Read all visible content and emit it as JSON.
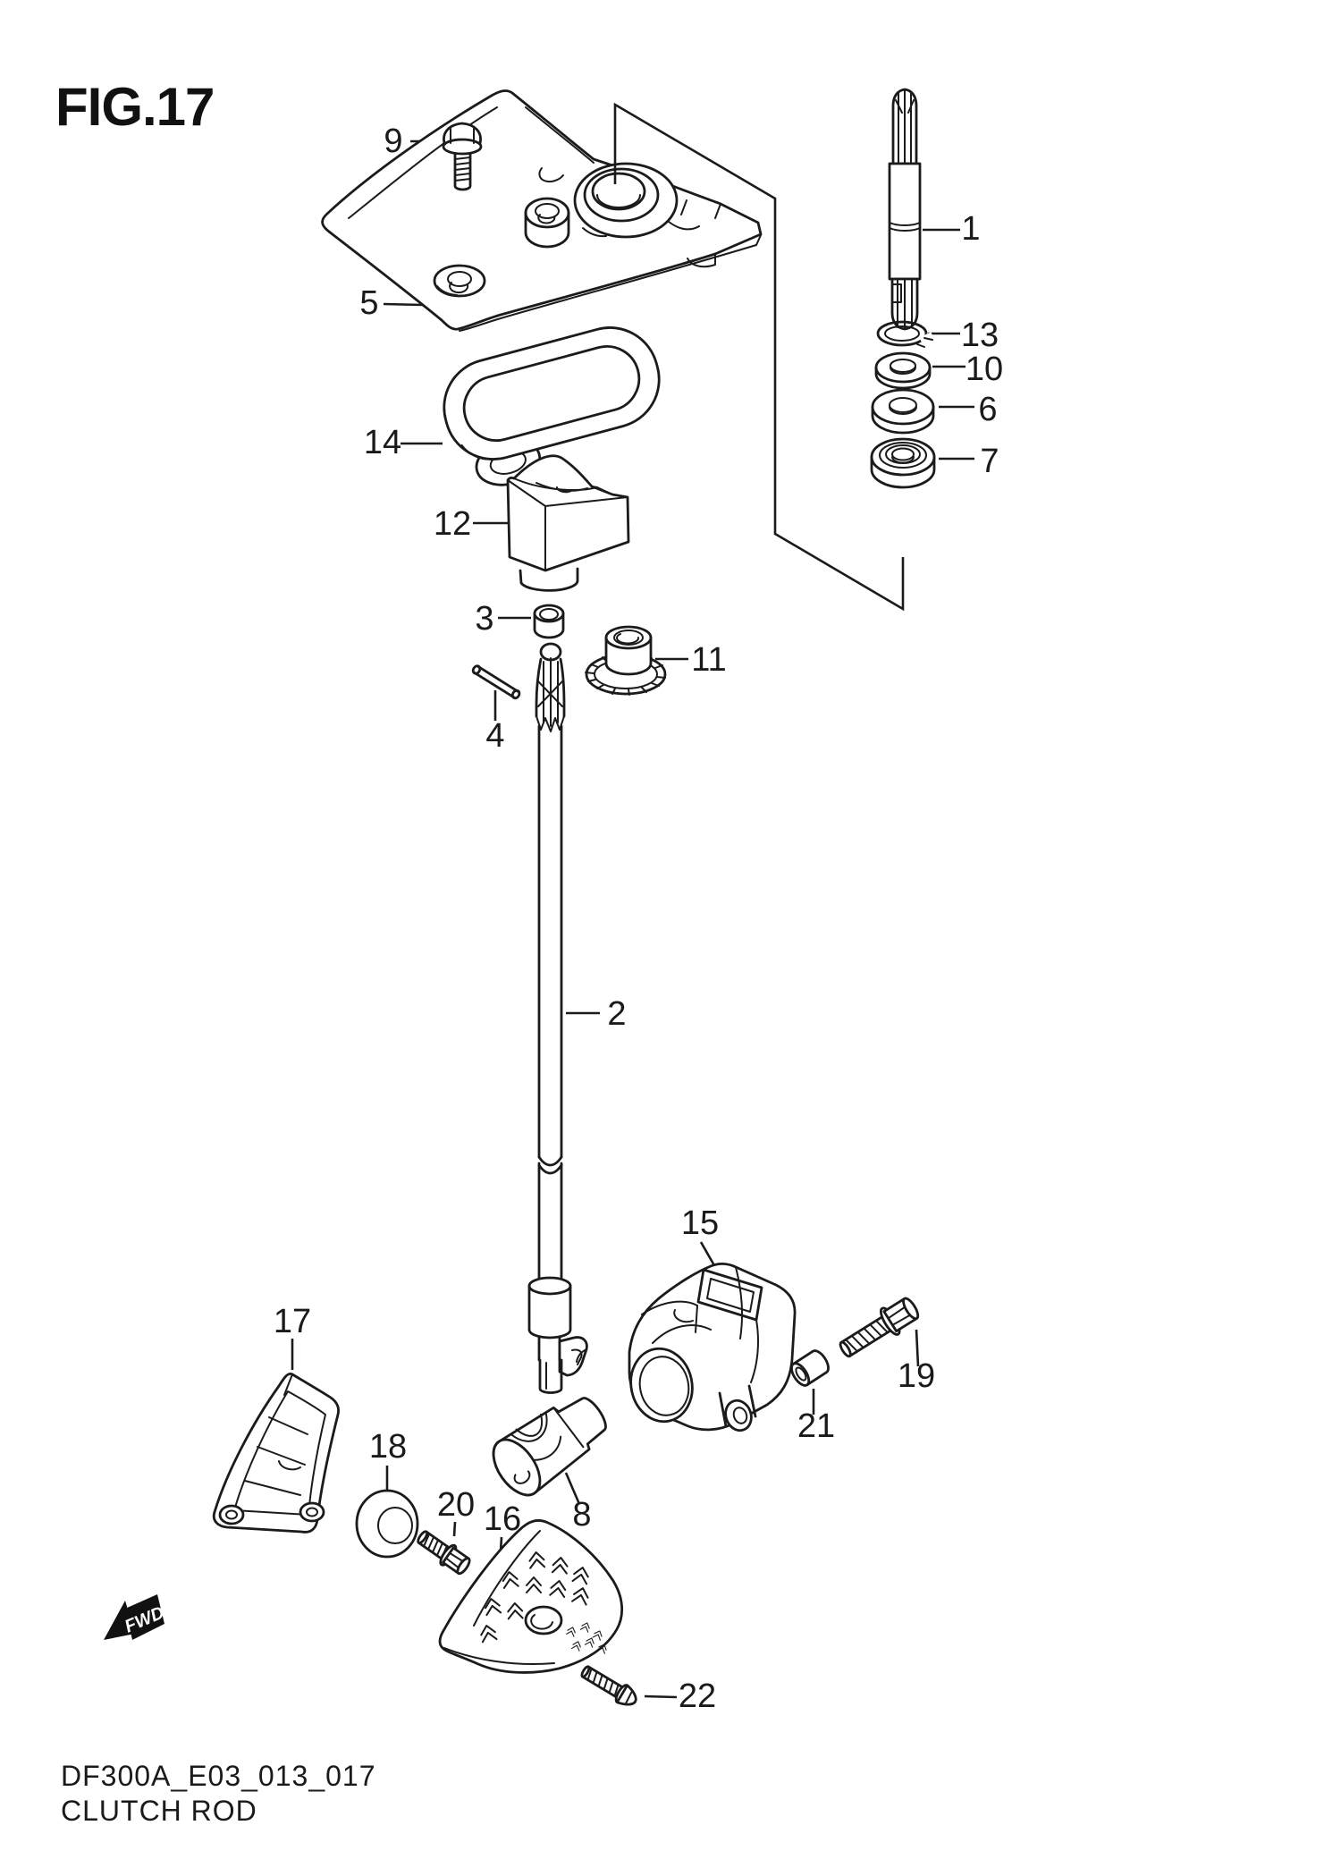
{
  "figure": {
    "title": "FIG.17",
    "part_code": "DF300A_E03_013_017",
    "caption": "CLUTCH ROD",
    "fwd_label": "FWD"
  },
  "part_labels": [
    "1",
    "2",
    "3",
    "4",
    "5",
    "6",
    "7",
    "8",
    "9",
    "10",
    "11",
    "12",
    "13",
    "14",
    "15",
    "16",
    "17",
    "18",
    "19",
    "20",
    "21",
    "22"
  ]
}
